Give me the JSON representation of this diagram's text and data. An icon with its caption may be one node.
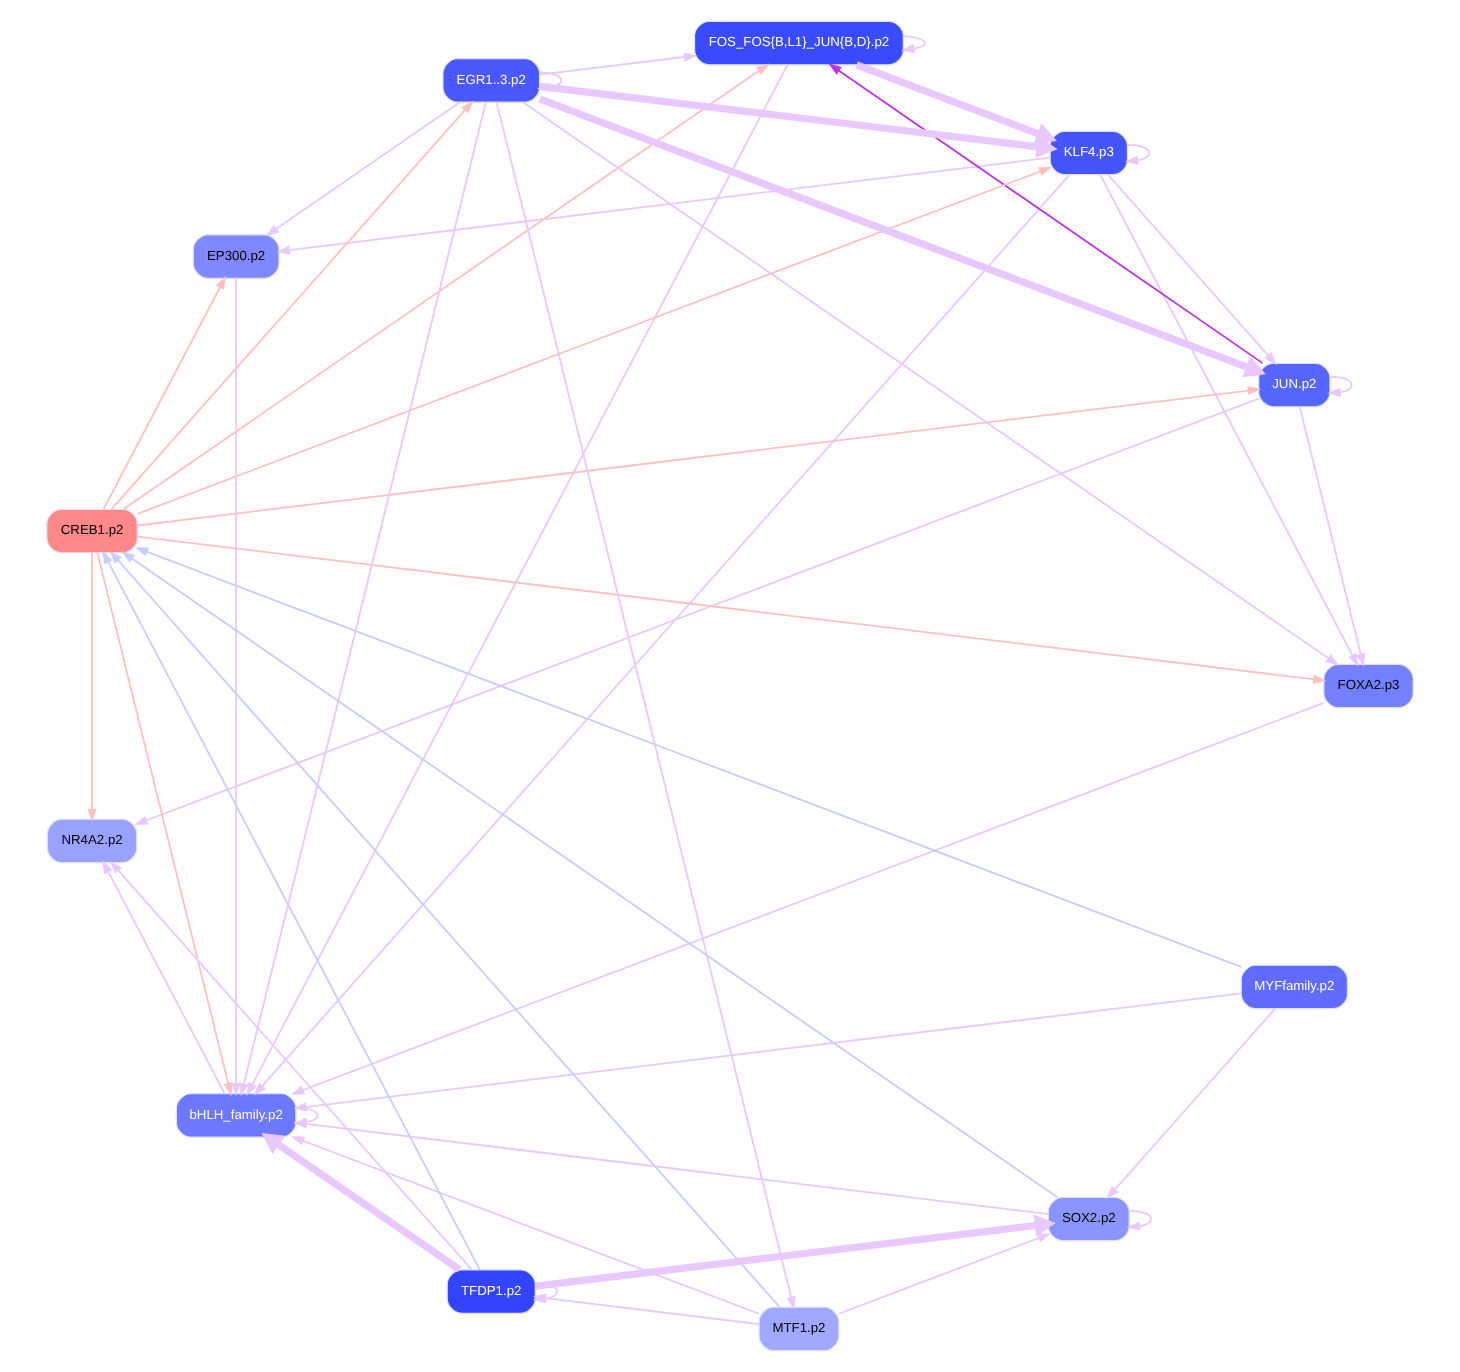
{
  "diagram": {
    "nodes": [
      {
        "text": [
          "FOS_FOS{B,L1}_JUN{B,D}.p2"
        ]
      },
      {
        "text": [
          "EP300.p2"
        ]
      },
      {
        "text": [
          "KLF4.p3"
        ]
      },
      {
        "text": [
          "bHLH_family.p2"
        ]
      },
      {
        "text": [
          "JUN.p2"
        ]
      },
      {
        "text": [
          "NR4A2.p2"
        ]
      },
      {
        "text": [
          "CREB1.p2"
        ]
      },
      {
        "text": [
          "FOXA2.p3"
        ]
      },
      {
        "text": [
          "MYFfamily.p2"
        ]
      },
      {
        "text": [
          "EGR1..3.p2"
        ]
      },
      {
        "text": [
          "MTF1.p2"
        ]
      },
      {
        "text": [
          "TFDP1.p2"
        ]
      },
      {
        "text": [
          "SOX2.p2"
        ]
      }
    ],
    "edges": [
      {
        "from": 0,
        "to": 0,
        "arrow": "to"
      },
      {
        "from": 0,
        "to": 2,
        "arrow": "to",
        "style": "thick"
      },
      {
        "from": 4,
        "to": 0,
        "arrow": "to",
        "color": "#bb33ee"
      },
      {
        "from": 0,
        "to": 3,
        "arrow": "to"
      },
      {
        "from": 1,
        "to": 3,
        "arrow": "to"
      },
      {
        "from": 2,
        "to": 2,
        "arrow": "to"
      },
      {
        "from": 2,
        "to": 3,
        "arrow": "to"
      },
      {
        "from": 2,
        "to": 1,
        "arrow": "to"
      },
      {
        "from": 6,
        "to": 0,
        "arrow": "to",
        "color": "#ffc0c0"
      },
      {
        "from": 6,
        "to": 2,
        "arrow": "to",
        "color": "#ffc0c0"
      },
      {
        "from": 6,
        "to": 1,
        "arrow": "to",
        "color": "#ffc0c0"
      },
      {
        "from": 6,
        "to": 3,
        "arrow": "to",
        "color": "#ffc0c0"
      },
      {
        "from": 6,
        "to": 5,
        "arrow": "to",
        "color": "#ffc0c0"
      },
      {
        "from": 6,
        "to": 4,
        "arrow": "to",
        "color": "#ffc0c0"
      },
      {
        "from": 6,
        "to": 7,
        "arrow": "to",
        "color": "#ffc0c0"
      },
      {
        "from": 6,
        "to": 9,
        "arrow": "to",
        "color": "#ffc0c0"
      },
      {
        "from": 8,
        "to": 6,
        "arrow": "to",
        "color": "#c8ccff"
      },
      {
        "from": 10,
        "to": 6,
        "arrow": "to",
        "color": "#c8ccff"
      },
      {
        "from": 12,
        "to": 6,
        "arrow": "to",
        "color": "#c8ccff"
      },
      {
        "from": 11,
        "to": 6,
        "arrow": "to",
        "color": "#c8ccff"
      },
      {
        "from": 2,
        "to": 4,
        "arrow": "to"
      },
      {
        "from": 2,
        "to": 7,
        "arrow": "to"
      },
      {
        "from": 9,
        "to": 2,
        "arrow": "to",
        "style": "thick"
      },
      {
        "from": 4,
        "to": 4,
        "arrow": "to"
      },
      {
        "from": 4,
        "to": 5,
        "arrow": "to"
      },
      {
        "from": 4,
        "to": 7,
        "arrow": "to"
      },
      {
        "from": 9,
        "to": 4,
        "arrow": "to",
        "style": "thick"
      },
      {
        "from": 9,
        "to": 7,
        "arrow": "to"
      },
      {
        "from": 9,
        "to": 0,
        "arrow": "to"
      },
      {
        "from": 9,
        "to": 1,
        "arrow": "to"
      },
      {
        "from": 9,
        "to": 3,
        "arrow": "to"
      },
      {
        "from": 9,
        "to": 9,
        "arrow": "to"
      },
      {
        "from": 9,
        "to": 10,
        "arrow": "to"
      },
      {
        "from": 7,
        "to": 3,
        "arrow": "to"
      },
      {
        "from": 3,
        "to": 3,
        "arrow": "to"
      },
      {
        "from": 3,
        "to": 5,
        "arrow": "to"
      },
      {
        "from": 11,
        "to": 3,
        "arrow": "to",
        "style": "thick"
      },
      {
        "from": 12,
        "to": 3,
        "arrow": "to"
      },
      {
        "from": 10,
        "to": 3,
        "arrow": "to"
      },
      {
        "from": 8,
        "to": 3,
        "arrow": "to"
      },
      {
        "from": 11,
        "to": 5,
        "arrow": "to"
      },
      {
        "from": 8,
        "to": 12,
        "arrow": "to"
      },
      {
        "from": 10,
        "to": 12,
        "arrow": "to"
      },
      {
        "from": 10,
        "to": 11,
        "arrow": "to"
      },
      {
        "from": 11,
        "to": 11,
        "arrow": "to"
      },
      {
        "from": 11,
        "to": 12,
        "arrow": "to",
        "style": "thick"
      },
      {
        "from": 12,
        "to": 12,
        "arrow": "to"
      }
    ]
  }
}
